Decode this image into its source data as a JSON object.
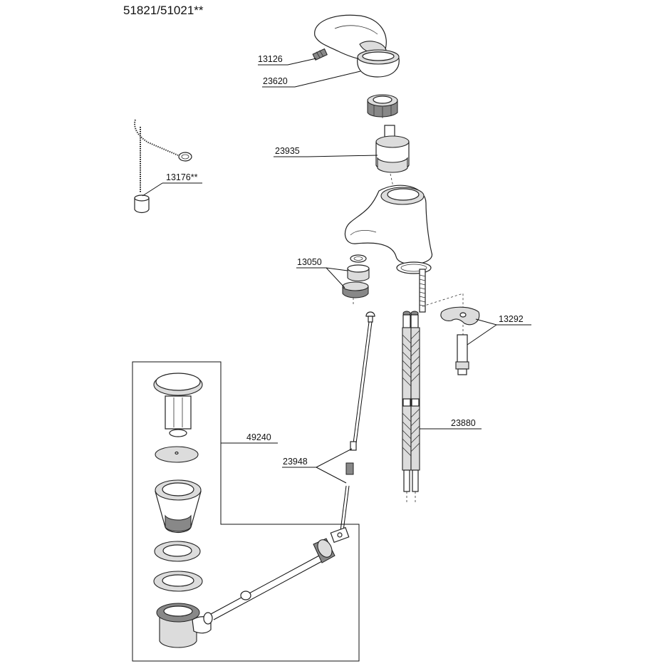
{
  "title": "51821/51021**",
  "parts": {
    "p13126": "13126",
    "p23620": "23620",
    "p23935": "23935",
    "p13176": "13176**",
    "p13050": "13050",
    "p13292": "13292",
    "p23880": "23880",
    "p49240": "49240",
    "p23948": "23948"
  },
  "colors": {
    "line": "#111111",
    "shade": "#dcdcdc",
    "background": "#ffffff"
  }
}
